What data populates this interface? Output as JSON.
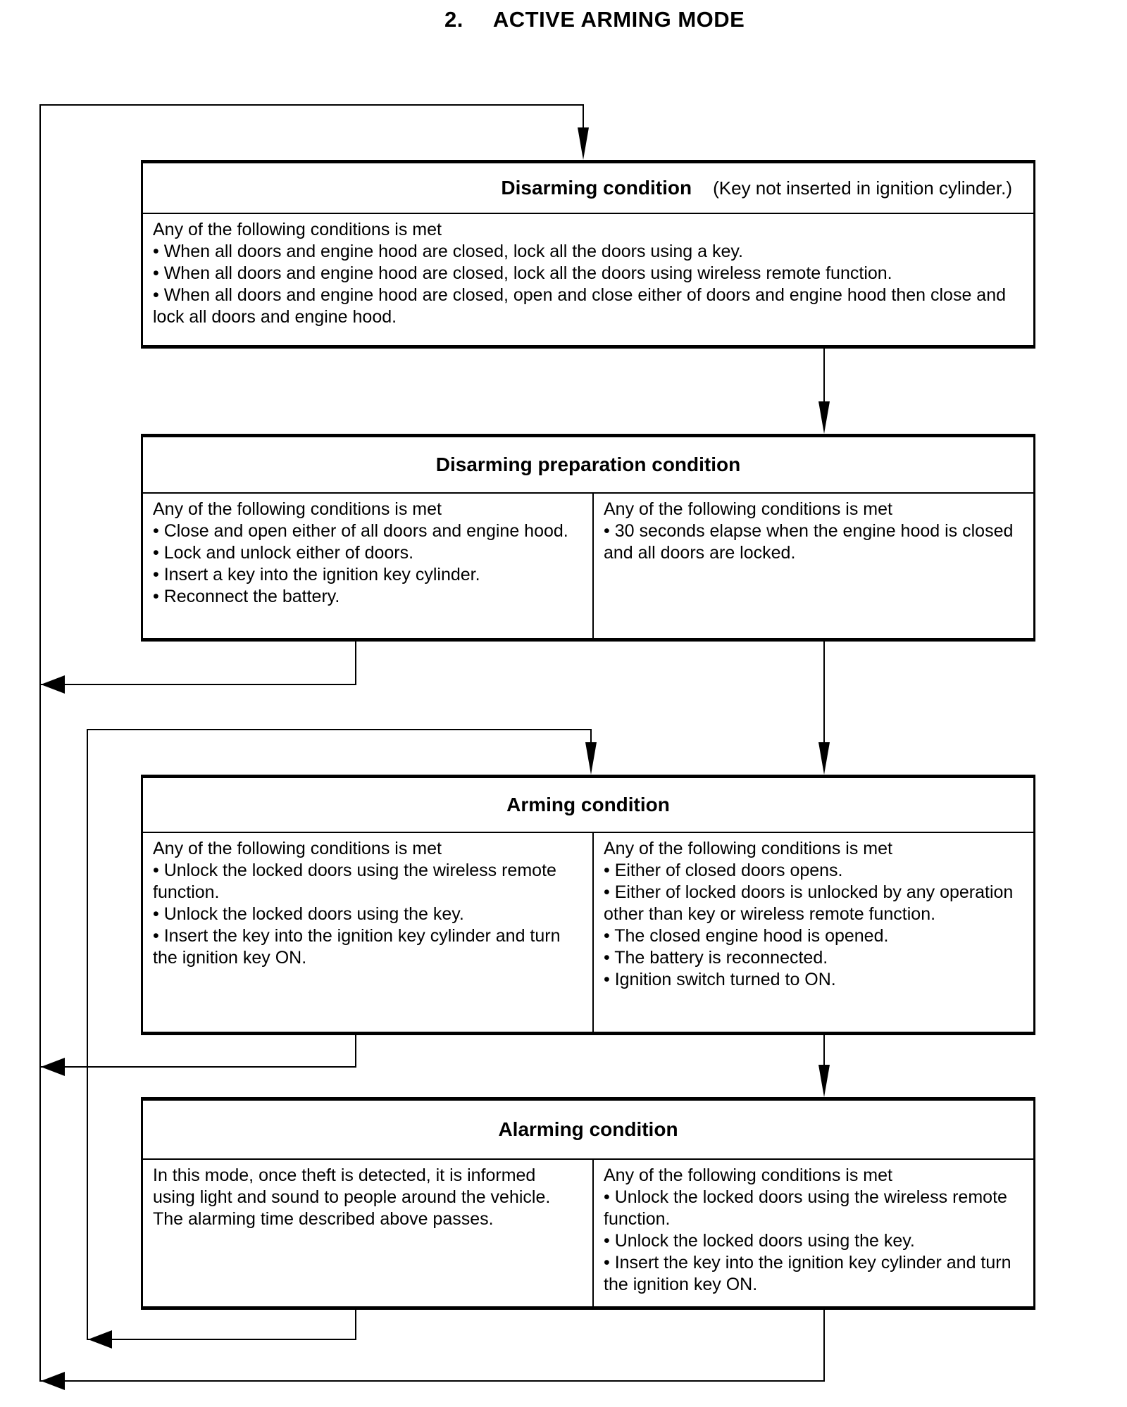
{
  "page": {
    "title_number": "2.",
    "title": "ACTIVE ARMING MODE"
  },
  "colors": {
    "ink": "#000000",
    "paper": "#ffffff"
  },
  "icons": {
    "arrow-down-icon": "css-triangle-down",
    "arrow-left-icon": "css-triangle-left"
  },
  "boxes": [
    {
      "id": "disarming-condition",
      "header": "Disarming condition",
      "header_note": "(Key not inserted in ignition cylinder.)",
      "body": {
        "intro": "Any of the following conditions is met",
        "items": [
          "• When all doors and engine hood are closed, lock all the doors using a key.",
          "• When all doors and engine hood are closed, lock all the doors using wireless remote function.",
          "• When all doors and engine hood are closed, open and close either of doors and engine hood then close and lock all doors and engine hood."
        ]
      }
    },
    {
      "id": "disarming-preparation-condition",
      "header": "Disarming preparation condition",
      "left": {
        "intro": "Any of the following conditions is met",
        "items": [
          "• Close and open either of all doors and engine hood.",
          "• Lock and unlock either of doors.",
          "• Insert a key into the ignition key cylinder.",
          "• Reconnect the battery."
        ]
      },
      "right": {
        "intro": "Any of the following conditions is met",
        "items": [
          "• 30 seconds elapse when the engine hood is closed and all doors are locked."
        ]
      }
    },
    {
      "id": "arming-condition",
      "header": "Arming condition",
      "left": {
        "intro": "Any of the following conditions is met",
        "items": [
          "• Unlock the locked doors using the wireless remote function.",
          "• Unlock the locked doors using the key.",
          "• Insert the key into the ignition key cylinder and turn the ignition key ON."
        ]
      },
      "right": {
        "intro": "Any of the following conditions is met",
        "items": [
          "• Either of closed doors opens.",
          "• Either of locked doors is unlocked by any operation other than key or wireless remote function.",
          "• The closed engine hood is opened.",
          "• The battery is reconnected.",
          "• Ignition switch turned to ON."
        ]
      }
    },
    {
      "id": "alarming-condition",
      "header": "Alarming condition",
      "left": {
        "intro": "",
        "items": [
          "In this mode, once theft is detected, it is informed using light and sound to people around the vehicle.",
          "The alarming time described above passes."
        ]
      },
      "right": {
        "intro": "Any of the following conditions is met",
        "items": [
          "• Unlock the locked doors using the wireless remote function.",
          "• Unlock the locked doors using the key.",
          "• Insert the key into the ignition key cylinder and turn the ignition key ON."
        ]
      }
    }
  ]
}
